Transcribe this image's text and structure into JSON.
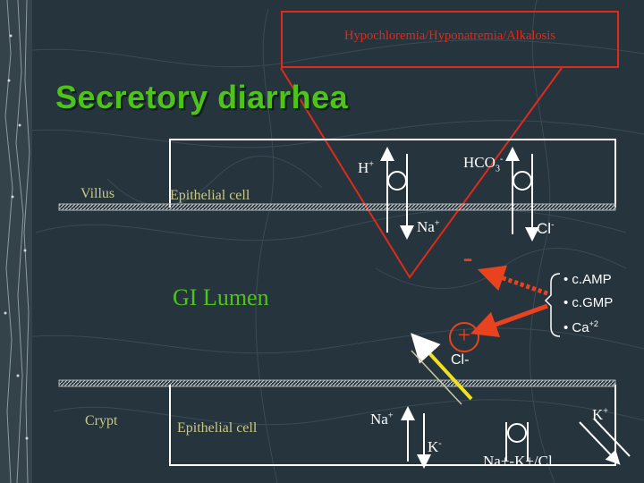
{
  "banner": {
    "text": "Hypochloremia/Hyponatremia/Alkalosis"
  },
  "title": "Secretory diarrhea",
  "labels": {
    "villus": "Villus",
    "epithelial_top": "Epithelial cell",
    "gi_lumen": "GI Lumen",
    "crypt": "Crypt",
    "epithelial_bottom": "Epithelial cell"
  },
  "ions": {
    "h_plus": "H",
    "h_plus_sup": "+",
    "hco3": "HCO",
    "hco3_sub": "3",
    "hco3_sup": "-",
    "na_top": "Na",
    "na_top_sup": "+",
    "cl_top": "Cl",
    "cl_top_sup": "-",
    "cl_mid": "Cl-",
    "na_bottom": "Na",
    "na_bottom_sup": "+",
    "k_minus": "K",
    "k_minus_sup": "-",
    "k_plus": "K",
    "k_plus_sup": "+",
    "cotransport": "Na+-K+/Cl"
  },
  "signals": {
    "minus": "-",
    "plus": "+",
    "bullets": [
      "• c.AMP",
      "• c.GMP",
      "• Ca"
    ],
    "ca_sup": "+2"
  },
  "colors": {
    "background": "#26343d",
    "banner_red": "#e02a1a",
    "title_green": "#4ec41a",
    "arrow_orange": "#e8421e",
    "membrane": "#b4b4b4"
  }
}
